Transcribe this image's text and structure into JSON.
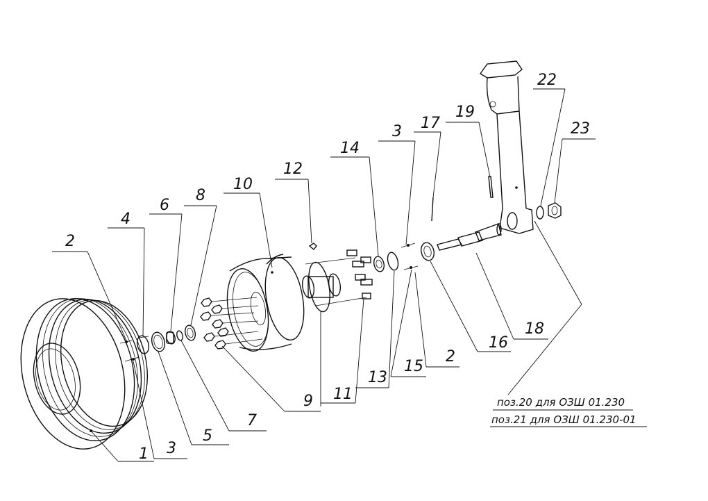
{
  "callouts": [
    {
      "id": "c2a",
      "text": "2"
    },
    {
      "id": "c4",
      "text": "4"
    },
    {
      "id": "c6",
      "text": "6"
    },
    {
      "id": "c8",
      "text": "8"
    },
    {
      "id": "c10",
      "text": "10"
    },
    {
      "id": "c12",
      "text": "12"
    },
    {
      "id": "c14",
      "text": "14"
    },
    {
      "id": "c3a",
      "text": "3"
    },
    {
      "id": "c17",
      "text": "17"
    },
    {
      "id": "c19",
      "text": "19"
    },
    {
      "id": "c22",
      "text": "22"
    },
    {
      "id": "c23",
      "text": "23"
    },
    {
      "id": "c1",
      "text": "1"
    },
    {
      "id": "c3b",
      "text": "3"
    },
    {
      "id": "c5",
      "text": "5"
    },
    {
      "id": "c7",
      "text": "7"
    },
    {
      "id": "c9",
      "text": "9"
    },
    {
      "id": "c11",
      "text": "11"
    },
    {
      "id": "c13",
      "text": "13"
    },
    {
      "id": "c15",
      "text": "15"
    },
    {
      "id": "c2b",
      "text": "2"
    },
    {
      "id": "c16",
      "text": "16"
    },
    {
      "id": "c18",
      "text": "18"
    }
  ],
  "notes": {
    "line1": "поз.20 для ОЗШ 01.230",
    "line2": "поз.21 для ОЗШ 01.230-01"
  }
}
